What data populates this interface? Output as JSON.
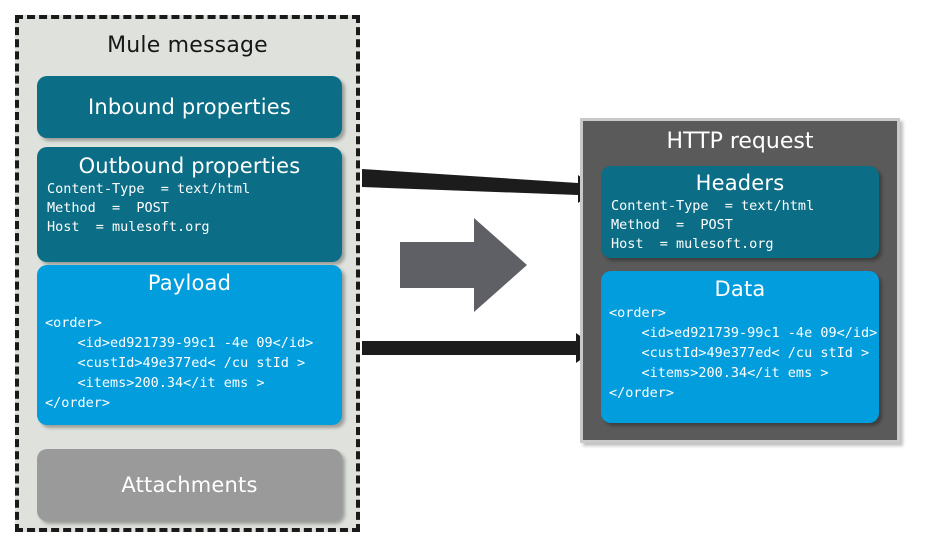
{
  "left_panel": {
    "title": "Mule message",
    "boxes": {
      "inbound": {
        "title": "Inbound properties"
      },
      "outbound": {
        "title": "Outbound properties",
        "properties": "Content-Type  = text/html\nMethod  =  POST\nHost  = mulesoft.org"
      },
      "payload": {
        "title": "Payload",
        "xml": "<order>\n    <id>ed921739-99c1 -4e 09</id>\n    <custId>49e377ed< /cu stId >\n    <items>200.34</it ems >\n</order>"
      },
      "attachments": {
        "title": "Attachments"
      }
    }
  },
  "right_panel": {
    "title": "HTTP request",
    "boxes": {
      "headers": {
        "title": "Headers",
        "properties": "Content-Type  = text/html\nMethod  =  POST\nHost  = mulesoft.org"
      },
      "data": {
        "title": "Data",
        "xml": "<order>\n    <id>ed921739-99c1 -4e 09</id>\n    <custId>49e377ed< /cu stId >\n    <items>200.34</it ems >\n</order>"
      }
    }
  },
  "arrows": {
    "top": "arrow-properties-to-headers",
    "middle": "arrow-transform",
    "bottom": "arrow-payload-to-data"
  },
  "colors": {
    "teal": "#0b6e86",
    "blue": "#029ddd",
    "grey_box": "#9a9a9a",
    "panel_bg": "#dfe2dc",
    "http_panel_bg": "#5a5a5a",
    "arrow_black": "#1c1c1c",
    "arrow_grey": "#5f5f66"
  }
}
